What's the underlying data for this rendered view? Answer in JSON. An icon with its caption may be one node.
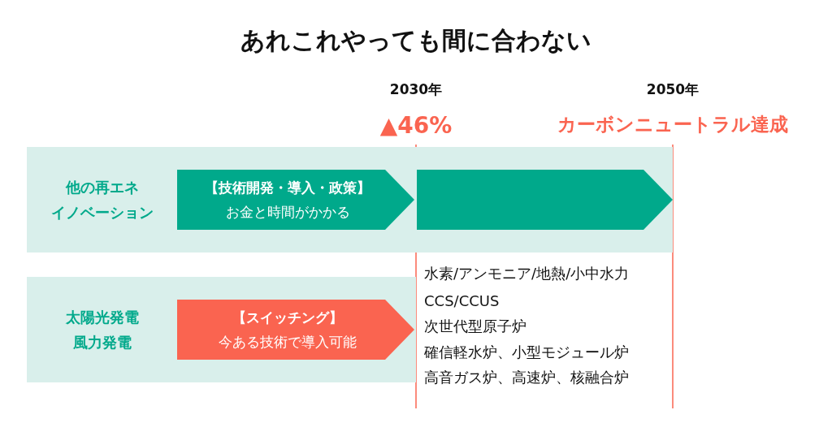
{
  "diagram": {
    "title": "あれこれやっても間に合わない",
    "nodes": [
      {
        "text": [
          "他の再エネ",
          "イノベーション"
        ]
      },
      {
        "text": [
          "【技術開発・導入・政策】",
          "お金と時間がかかる"
        ],
        "in": 0
      },
      {
        "text": [],
        "shape": "arrow",
        "in": 0
      },
      {
        "text": [
          "太陽光発電",
          "風力発電"
        ]
      },
      {
        "text": [
          "【スイッチング】",
          "今ある技術で導入可能"
        ],
        "in": 3
      }
    ],
    "labels": [
      "2030年",
      "2050年",
      "▲46%",
      "カーボンニュートラル達成",
      "水素/アンモニア/地熱/小中水力",
      "CCS/CCUS",
      "次世代型原子炉",
      "確信軽水炉、小型モジュール炉",
      "高音ガス炉、高速炉、核融合炉"
    ]
  }
}
